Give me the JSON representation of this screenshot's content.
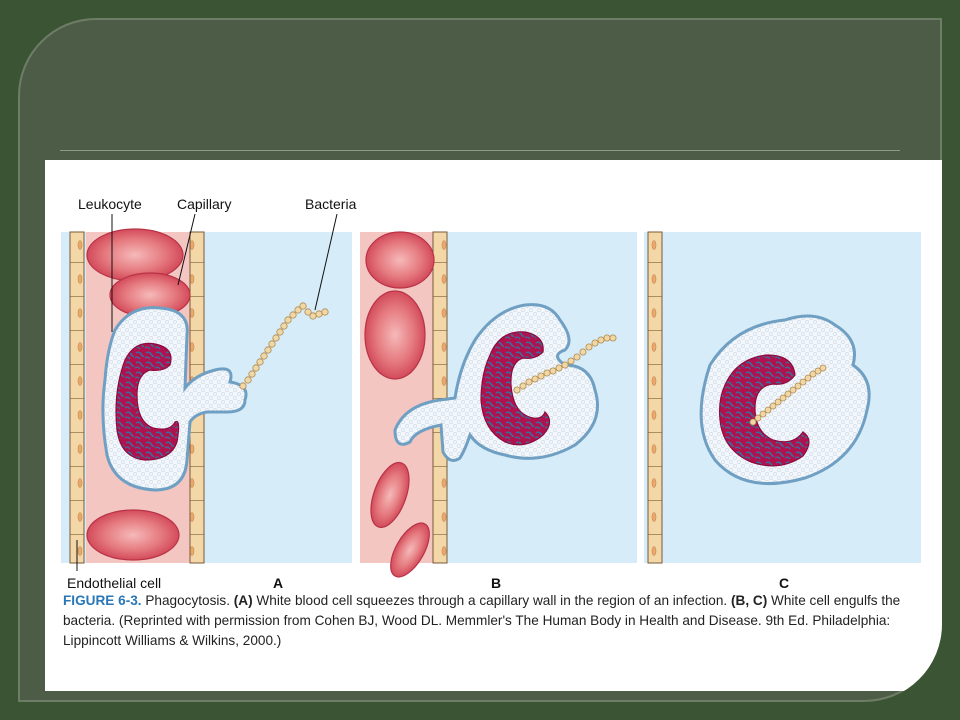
{
  "diagram": {
    "labels": {
      "leukocyte": "Leukocyte",
      "capillary": "Capillary",
      "bacteria": "Bacteria",
      "endothelial_cell": "Endothelial cell"
    },
    "panels": [
      "A",
      "B",
      "C"
    ]
  },
  "caption": {
    "figure_number": "FIGURE 6-3.",
    "part1": "Phagocytosis.",
    "label_a": "(A)",
    "part2": "White blood cell squeezes through a capillary wall in the region of an infection.",
    "label_bc": "(B, C)",
    "part3": "White cell engulfs the bacteria. (Reprinted with permission from Cohen BJ, Wood DL. Memmler's The Human Body in Health and Disease. 9th Ed. Philadelphia: Lippincott Williams & Wilkins, 2000.)"
  },
  "colors": {
    "background": "#3b5434",
    "slide": "#4c5c47",
    "tissue": "#d6ecf8",
    "capillary_lumen": "#f3c8c4",
    "red_cell": "#d84f5d",
    "nucleus": "#b0124e",
    "cell_body": "#f2f6fa",
    "cell_outline": "#6f9fc2",
    "bacteria": "#f1d7a3"
  }
}
